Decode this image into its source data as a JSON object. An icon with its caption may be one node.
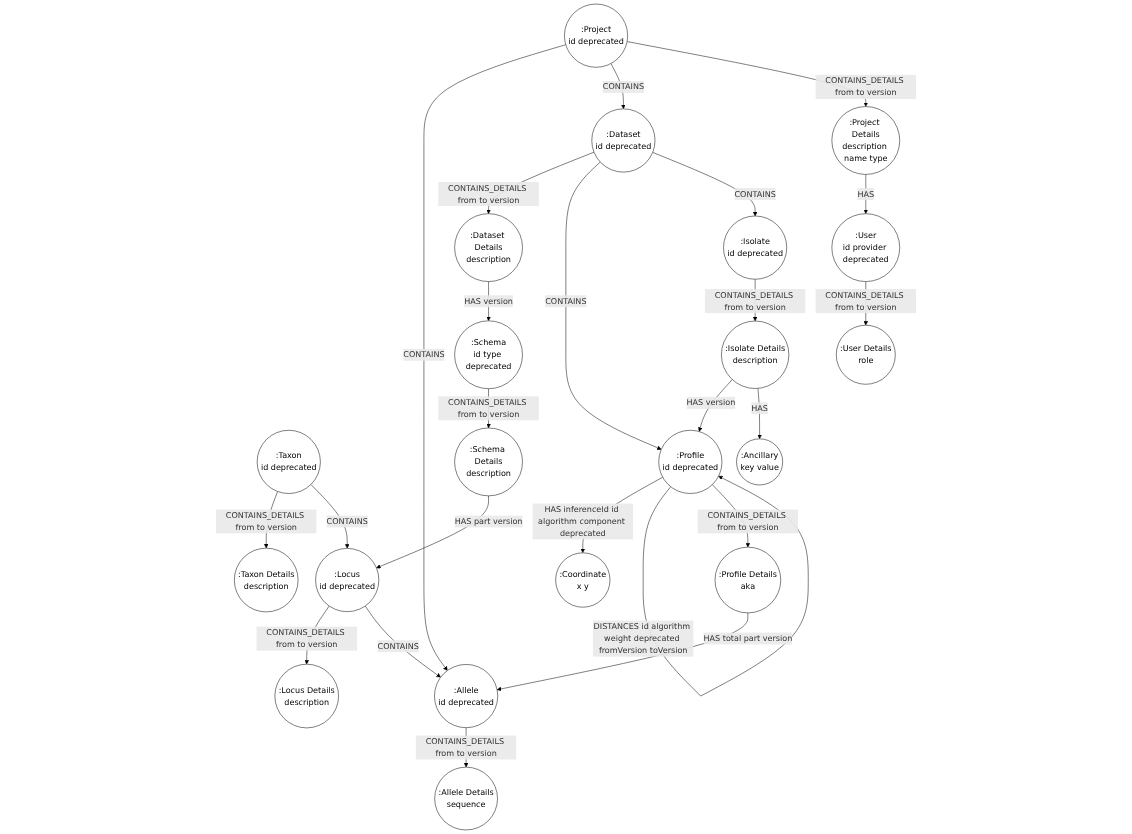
{
  "diagram": {
    "nodes": [
      {
        "text": [
          ":Taxon Details",
          "description"
        ]
      },
      {
        "text": [
          ":Taxon",
          "id deprecated"
        ]
      },
      {
        "text": [
          ":Schema Details",
          "description"
        ]
      },
      {
        "text": [
          ":Coordinate",
          "x y"
        ]
      },
      {
        "text": [
          ":Locus Details",
          "description"
        ]
      },
      {
        "text": [
          ":Locus",
          "id deprecated"
        ]
      },
      {
        "text": [
          ":Schema",
          "id type deprecated"
        ]
      },
      {
        "text": [
          ":Ancillary",
          "key value"
        ]
      },
      {
        "text": [
          ":Profile Details",
          "aka"
        ]
      },
      {
        "text": [
          ":Allele Details",
          "sequence"
        ]
      },
      {
        "text": [
          ":Allele",
          "id deprecated"
        ]
      },
      {
        "text": [
          ":Profile",
          "id deprecated"
        ]
      },
      {
        "text": [
          ":Isolate Details",
          "description"
        ]
      },
      {
        "text": [
          ":Dataset Details",
          "description"
        ]
      },
      {
        "text": [
          ":Project",
          "id deprecated"
        ]
      },
      {
        "text": [
          ":Dataset",
          "id deprecated"
        ]
      },
      {
        "text": [
          ":Isolate",
          "id deprecated"
        ]
      },
      {
        "text": [
          ":User Details",
          "role"
        ]
      },
      {
        "text": [
          ":User",
          "id provider deprecated"
        ]
      },
      {
        "text": [
          ":Project Details",
          "description name type"
        ]
      }
    ],
    "edges": [
      {
        "from": 1,
        "to": 0,
        "arrow": "to",
        "label": "CONTAINS_DETAILS from to version"
      },
      {
        "from": 1,
        "to": 5,
        "arrow": "to",
        "label": "CONTAINS"
      },
      {
        "from": 2,
        "to": 5,
        "arrow": "to",
        "label": "HAS part version"
      },
      {
        "from": 6,
        "to": 2,
        "arrow": "to",
        "label": "CONTAINS_DETAILS from to version"
      },
      {
        "from": 5,
        "to": 4,
        "arrow": "to",
        "label": "CONTAINS_DETAILS from to version"
      },
      {
        "from": 5,
        "to": 10,
        "arrow": "to",
        "label": "CONTAINS"
      },
      {
        "from": 8,
        "to": 10,
        "arrow": "to",
        "label": "HAS total part version"
      },
      {
        "from": 10,
        "to": 9,
        "arrow": "to",
        "label": "CONTAINS_DETAILS from to version"
      },
      {
        "from": 13,
        "to": 6,
        "arrow": "to",
        "label": "HAS version"
      },
      {
        "from": 11,
        "to": 3,
        "arrow": "to",
        "label": "HAS inferenceId id algorithm component deprecated"
      },
      {
        "from": 11,
        "to": 11,
        "arrow": "to",
        "label": "DISTANCES id algorithm weight deprecated fromVersion toVersion"
      },
      {
        "from": 11,
        "to": 8,
        "arrow": "to",
        "label": "CONTAINS_DETAILS from to version"
      },
      {
        "from": 12,
        "to": 11,
        "arrow": "to",
        "label": "HAS version"
      },
      {
        "from": 12,
        "to": 7,
        "arrow": "to",
        "label": "HAS"
      },
      {
        "from": 16,
        "to": 12,
        "arrow": "to",
        "label": "CONTAINS_DETAILS from to version"
      },
      {
        "from": 15,
        "to": 13,
        "arrow": "to",
        "label": "CONTAINS_DETAILS from to version"
      },
      {
        "from": 15,
        "to": 11,
        "arrow": "to",
        "label": "CONTAINS"
      },
      {
        "from": 15,
        "to": 16,
        "arrow": "to",
        "label": "CONTAINS"
      },
      {
        "from": 14,
        "to": 10,
        "arrow": "to",
        "label": "CONTAINS"
      },
      {
        "from": 14,
        "to": 15,
        "arrow": "to",
        "label": "CONTAINS"
      },
      {
        "from": 14,
        "to": 19,
        "arrow": "to",
        "label": "CONTAINS_DETAILS from to version"
      },
      {
        "from": 19,
        "to": 18,
        "arrow": "to",
        "label": "HAS"
      },
      {
        "from": 18,
        "to": 17,
        "arrow": "to",
        "label": "CONTAINS_DETAILS from to version"
      }
    ]
  }
}
